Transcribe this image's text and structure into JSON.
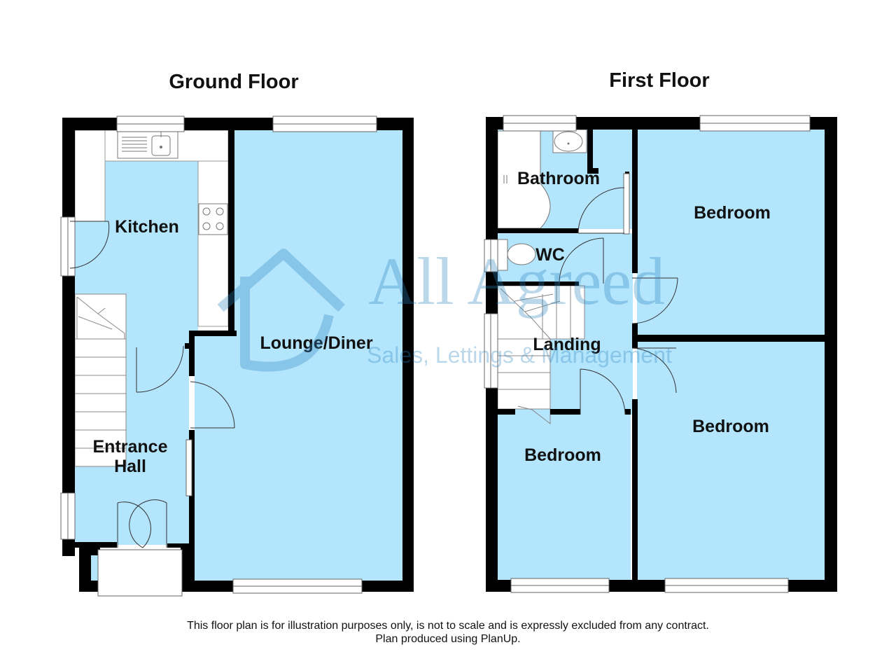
{
  "floors": {
    "ground": {
      "title": "Ground Floor",
      "rooms": {
        "kitchen": "Kitchen",
        "lounge": "Lounge/Diner",
        "hall_line1": "Entrance",
        "hall_line2": "Hall"
      }
    },
    "first": {
      "title": "First Floor",
      "rooms": {
        "bathroom": "Bathroom",
        "wc": "WC",
        "landing": "Landing",
        "bedroom_rear": "Bedroom",
        "bedroom_front_right": "Bedroom",
        "bedroom_front_left": "Bedroom"
      }
    }
  },
  "watermark": {
    "brand": "All Agreed",
    "tagline": "Sales, Lettings & Management"
  },
  "disclaimer": {
    "line1": "This floor plan is for illustration purposes only, is not to scale and is expressly excluded from any contract.",
    "line2": "Plan produced using PlanUp."
  },
  "colors": {
    "room_fill": "#b3e5fc",
    "wall": "#000000",
    "watermark": "#7fb6d6"
  }
}
